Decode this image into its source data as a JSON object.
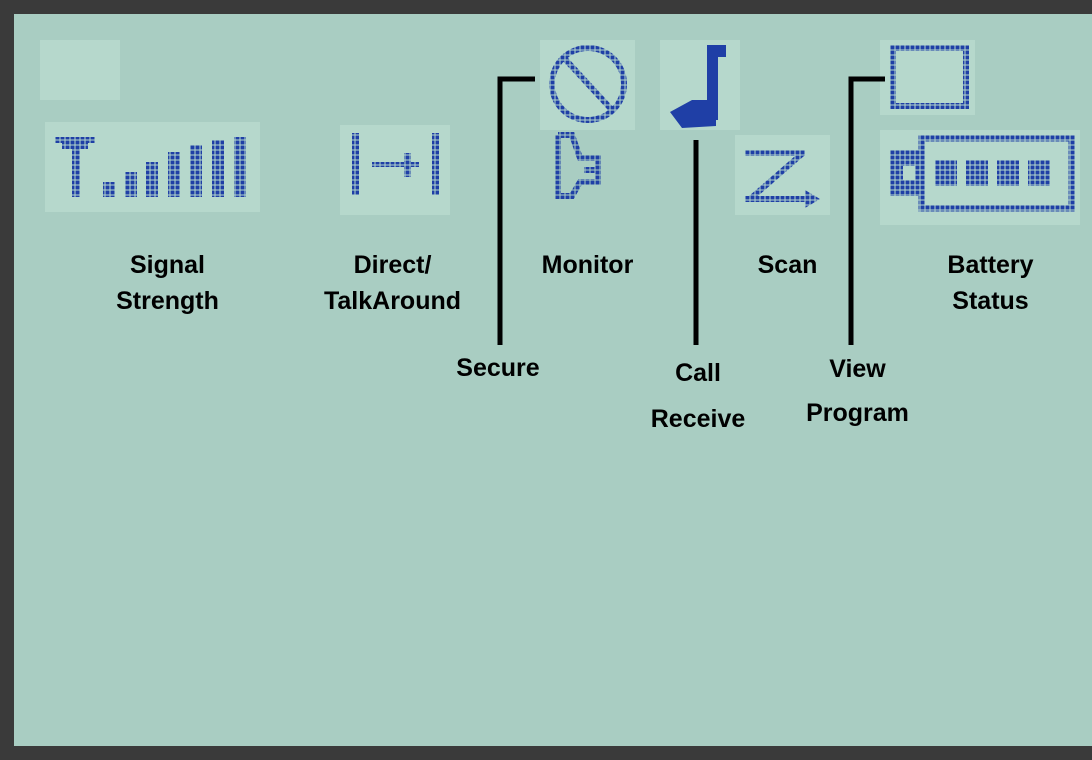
{
  "colors": {
    "lcd_background": "#a9cdc2",
    "frame": "#3a3a3a",
    "icon": "#1f3fa6",
    "leader_line": "#000000"
  },
  "icons": [
    "signal-strength-icon",
    "direct-talkaround-icon",
    "secure-icon",
    "monitor-icon",
    "call-receive-icon",
    "scan-icon",
    "view-program-icon",
    "battery-status-icon"
  ],
  "labels": {
    "signal_1": "Signal",
    "signal_2": "Strength",
    "direct_1": "Direct/",
    "direct_2": "TalkAround",
    "monitor": "Monitor",
    "scan": "Scan",
    "battery_1": "Battery",
    "battery_2": "Status",
    "secure": "Secure",
    "call_1": "Call",
    "call_2": "Receive",
    "view_1": "View",
    "view_2": "Program"
  }
}
